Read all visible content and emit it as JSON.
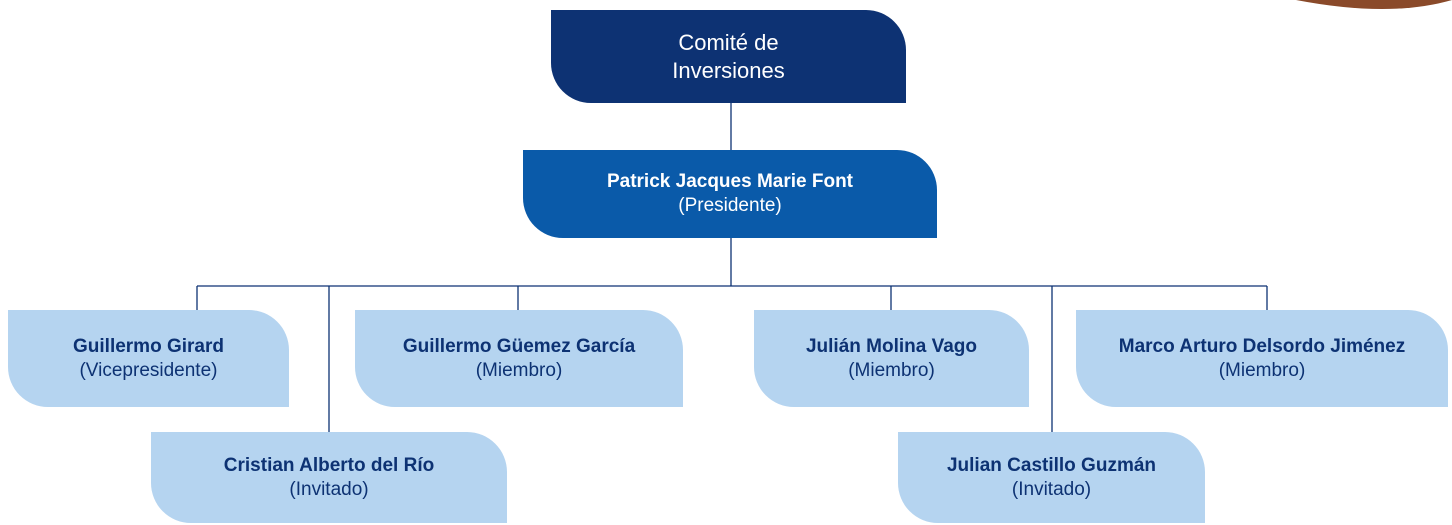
{
  "colors": {
    "root_fill": "#0d3273",
    "president_fill": "#0a5aa9",
    "member_fill": "#b5d4f0",
    "member_text": "#0d3273",
    "connector": "#0d3273",
    "decor": "#8a4a2a"
  },
  "root": {
    "title": "Comité de Inversiones"
  },
  "president": {
    "name": "Patrick Jacques Marie Font",
    "role": "(Presidente)"
  },
  "members": [
    {
      "name": "Guillermo Girard",
      "role": "(Vicepresidente)"
    },
    {
      "name": "Cristian Alberto del Río",
      "role": "(Invitado)"
    },
    {
      "name": "Guillermo Güemez García",
      "role": "(Miembro)"
    },
    {
      "name": "Julián Molina Vago",
      "role": "(Miembro)"
    },
    {
      "name": "Julian Castillo Guzmán",
      "role": "(Invitado)"
    },
    {
      "name": "Marco Arturo Delsordo Jiménez",
      "role": "(Miembro)"
    }
  ]
}
